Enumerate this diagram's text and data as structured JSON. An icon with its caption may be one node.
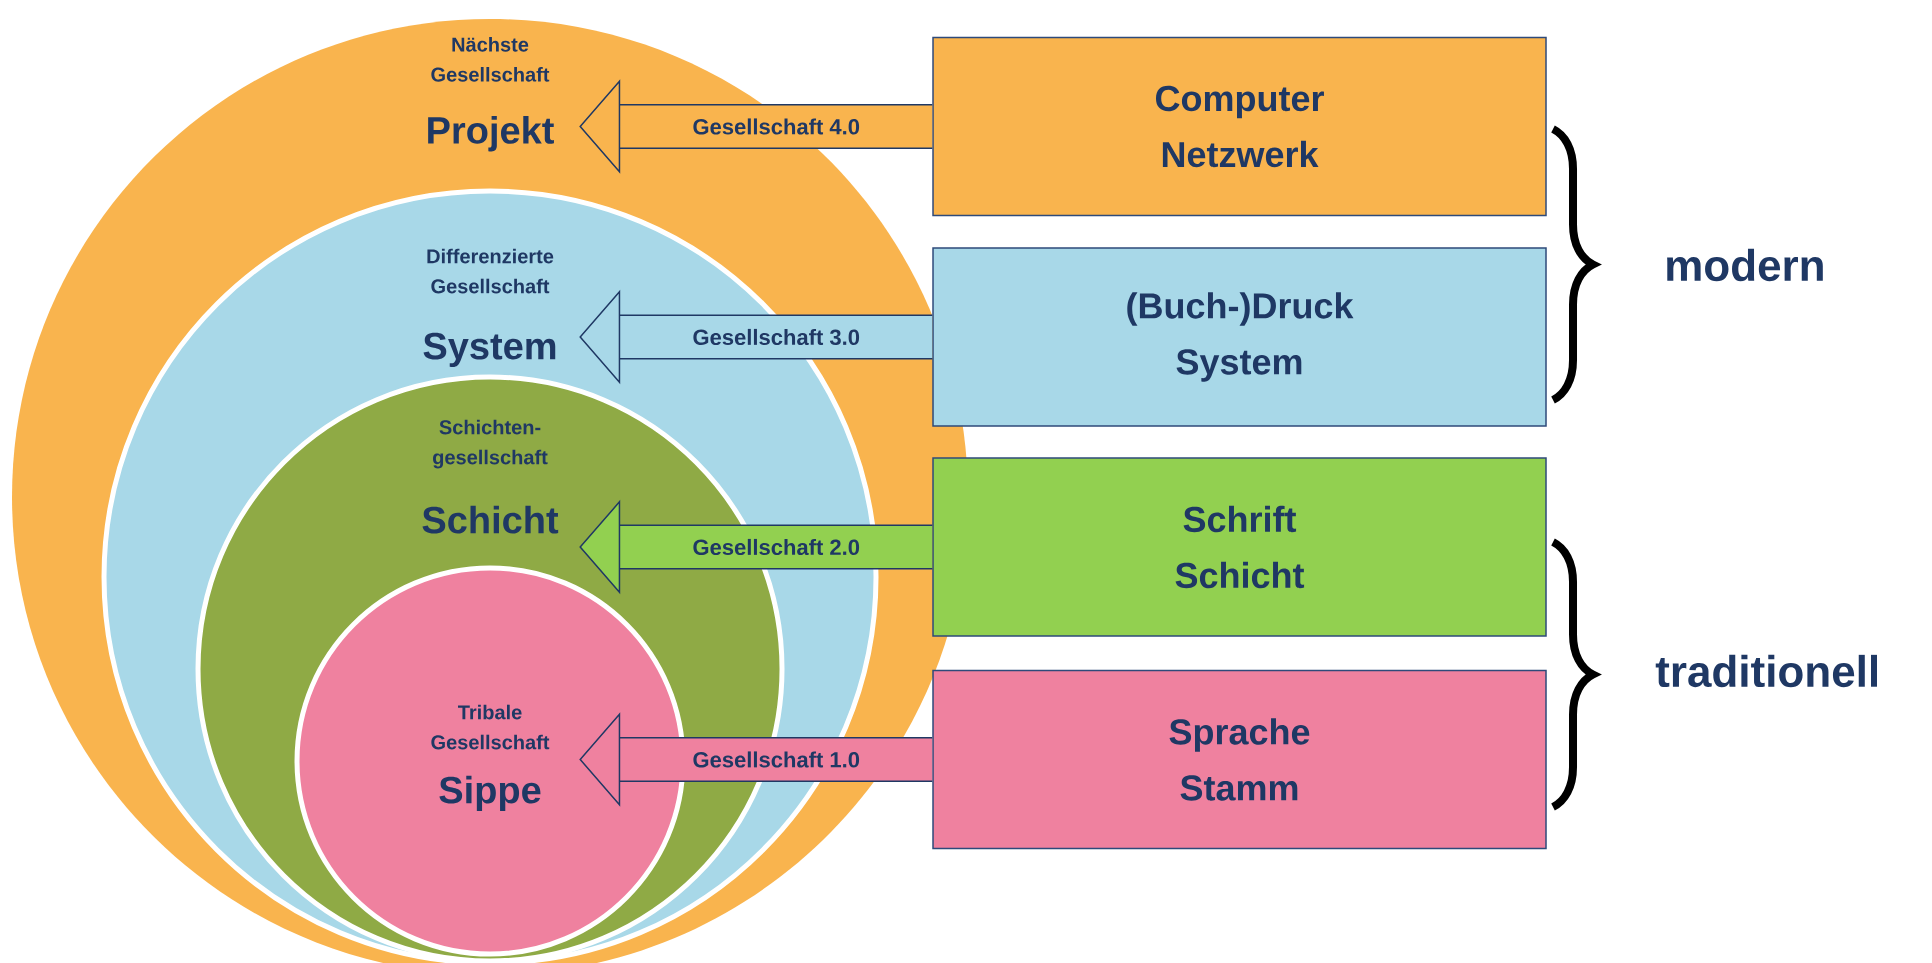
{
  "diagram": {
    "nodes": [
      {
        "text": [],
        "shape": "circle"
      },
      {
        "text": [
          "Nächste Gesellschaft",
          "Projekt"
        ],
        "in": 0
      },
      {
        "text": [],
        "shape": "circle",
        "in": 0
      },
      {
        "text": [
          "Differenzierte Gesellschaft",
          "System"
        ],
        "in": 2
      },
      {
        "text": [],
        "shape": "circle",
        "in": 2
      },
      {
        "text": [
          "Schichten- gesellschaft",
          "Schicht"
        ],
        "in": 4
      },
      {
        "text": [],
        "shape": "circle",
        "in": 4
      },
      {
        "text": [
          "Tribale Gesellschaft",
          "Sippe"
        ],
        "in": 6
      },
      {
        "text": [
          "Computer Netzwerk"
        ]
      },
      {
        "text": [
          "(Buch-)Druck System"
        ]
      },
      {
        "text": [
          "Schrift Schicht"
        ]
      },
      {
        "text": [
          "Sprache Stamm"
        ]
      }
    ],
    "edges": [
      {
        "from": 8,
        "to": 1,
        "arrow": "to",
        "label": "Gesellschaft 4.0"
      },
      {
        "from": 9,
        "to": 3,
        "arrow": "to",
        "label": "Gesellschaft 3.0"
      },
      {
        "from": 10,
        "to": 5,
        "arrow": "to",
        "label": "Gesellschaft 2.0"
      },
      {
        "from": 11,
        "to": 7,
        "arrow": "to",
        "label": "Gesellschaft 1.0"
      }
    ],
    "labels": [
      "modern",
      "traditionell"
    ]
  }
}
